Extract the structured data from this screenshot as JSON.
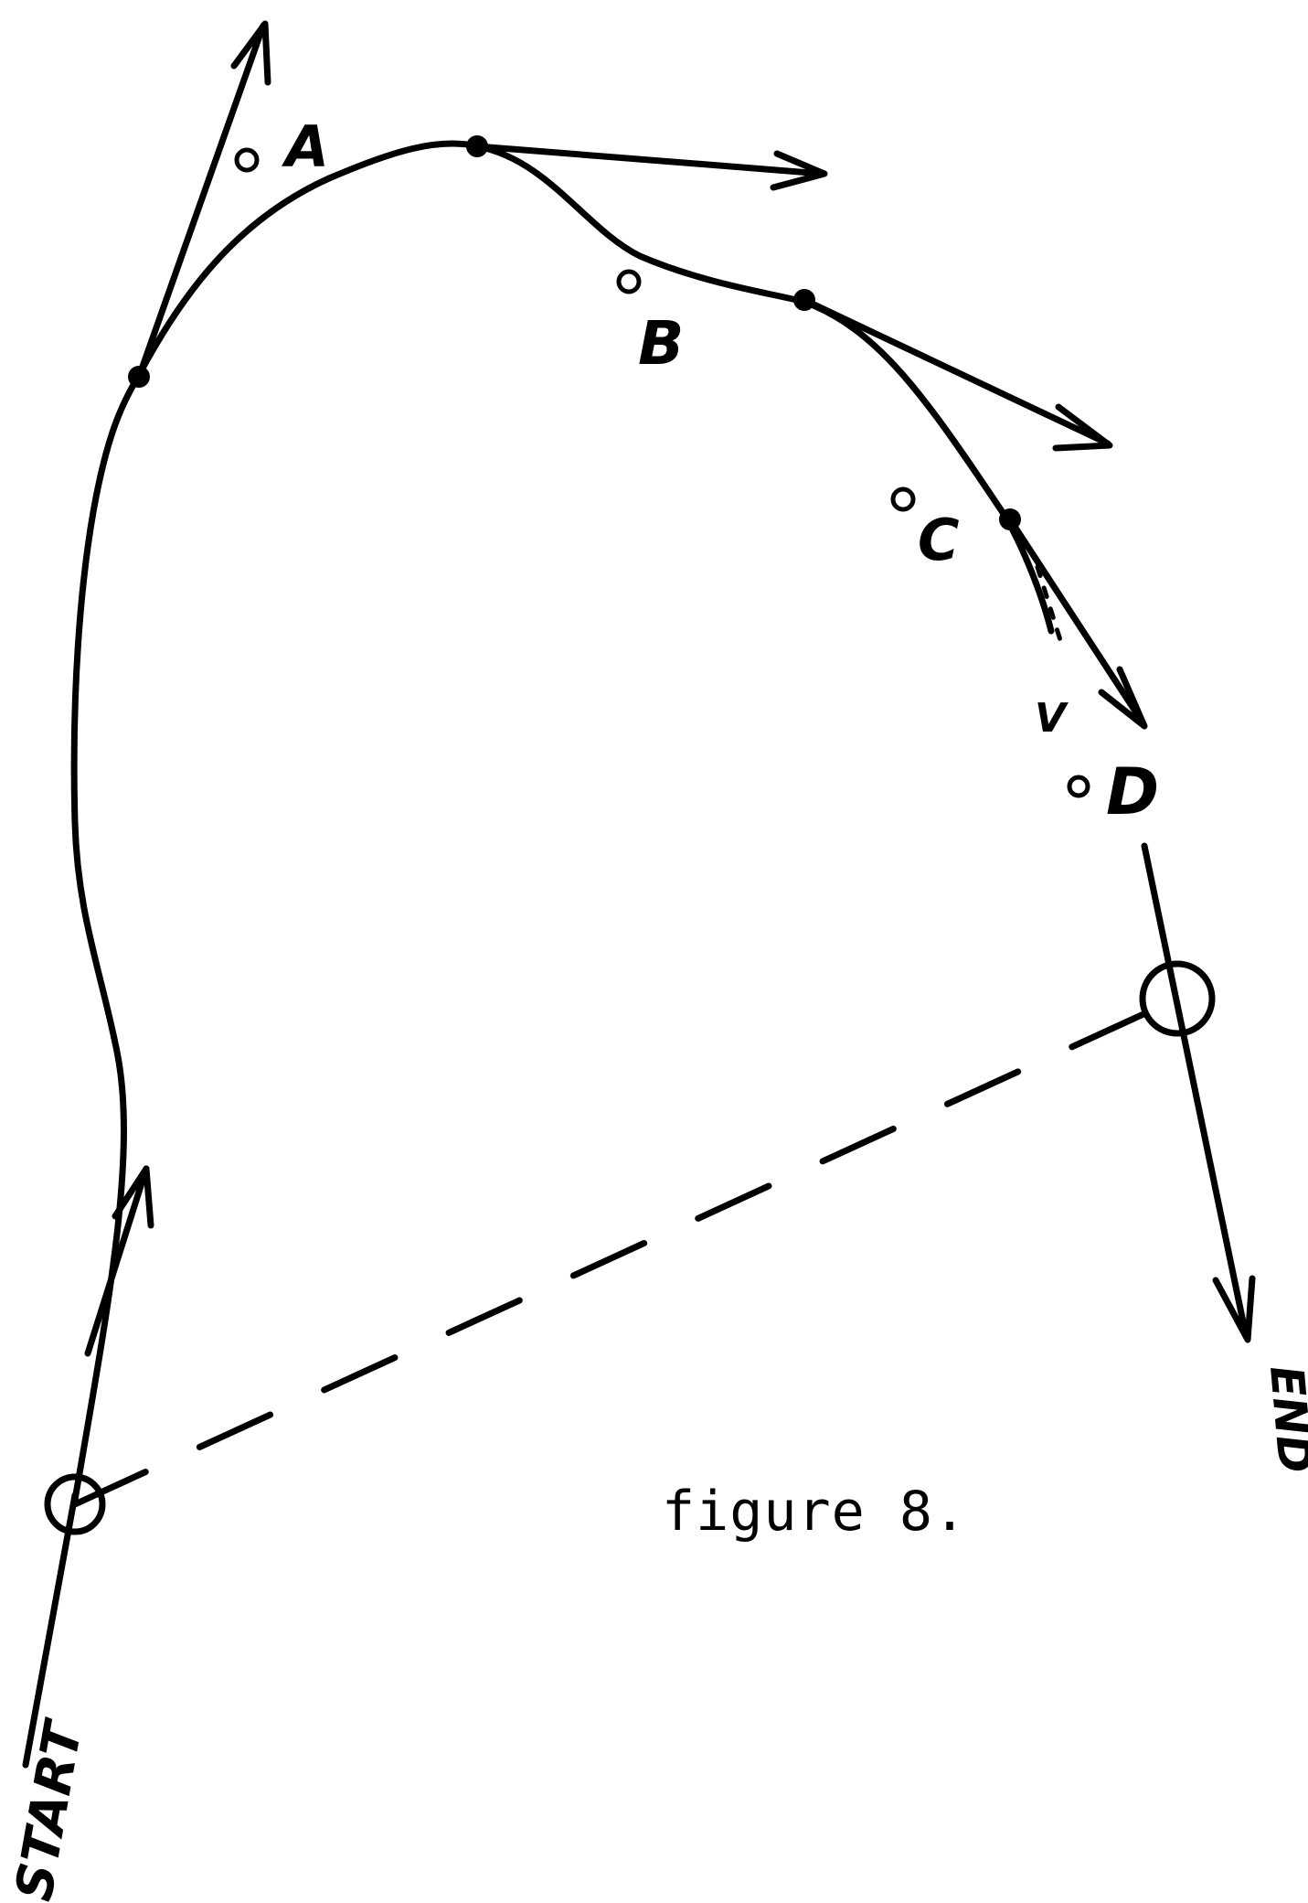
{
  "caption": "figure 8.",
  "labels": {
    "a": "A",
    "b": "B",
    "c": "C",
    "d": "D",
    "v": "V",
    "start": "START",
    "end": "END"
  },
  "colors": {
    "ink": "#000000",
    "background": "#ffffff"
  }
}
